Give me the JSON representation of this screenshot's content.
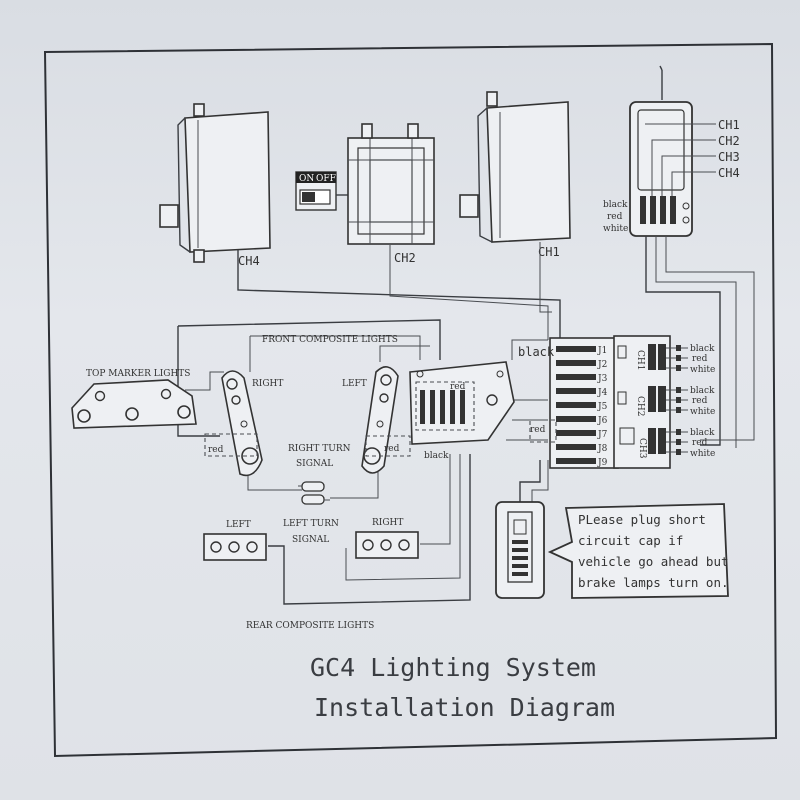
{
  "title": {
    "line1": "GC4 Lighting System",
    "line2": "Installation Diagram"
  },
  "servos": {
    "ch4": "CH4",
    "ch2": "CH2",
    "ch1": "CH1"
  },
  "switch": {
    "on": "ON",
    "off": "OFF"
  },
  "receiver": {
    "channels": [
      "CH1",
      "CH2",
      "CH3",
      "CH4"
    ],
    "wires": [
      "black",
      "red",
      "white"
    ]
  },
  "lights": {
    "front": "FRONT COMPOSITE LIGHTS",
    "top_marker": "TOP MARKER LIGHTS",
    "right": "RIGHT",
    "left": "LEFT",
    "right_turn": [
      "RIGHT TURN",
      "SIGNAL"
    ],
    "left_turn": [
      "LEFT TURN",
      "SIGNAL"
    ],
    "rear": "REAR COMPOSITE LIGHTS",
    "rear_left": "LEFT",
    "rear_right": "RIGHT",
    "red": "red",
    "black": "black"
  },
  "controller": {
    "black_label": "black",
    "red_label": "red",
    "pins": [
      "J1",
      "J2",
      "J3",
      "J4",
      "J5",
      "J6",
      "J7",
      "J8",
      "J9"
    ],
    "channels": [
      "CH1",
      "CH2",
      "CH3"
    ],
    "wires": [
      "black",
      "red",
      "white"
    ]
  },
  "note": {
    "lines": [
      "PLease plug short",
      "circuit cap if",
      "vehicle go ahead but",
      "brake lamps turn on."
    ]
  }
}
